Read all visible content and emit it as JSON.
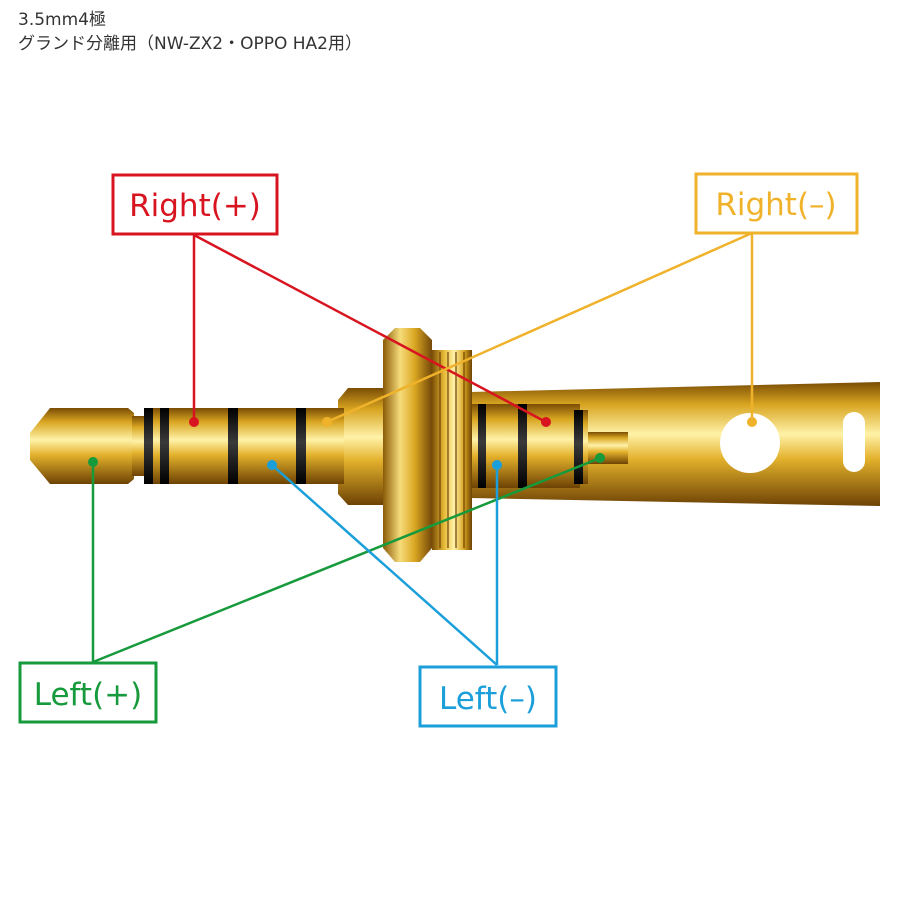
{
  "header": {
    "line1": "3.5mm4極",
    "line2": "グランド分離用（NW-ZX2・OPPO HA2用）"
  },
  "labels": {
    "right_plus": "Right(+)",
    "right_minus": "Right(–)",
    "left_plus": "Left(+)",
    "left_minus": "Left(–)"
  },
  "colors": {
    "right_plus": "#d7141f",
    "right_minus": "#f0b22b",
    "left_plus": "#179a3c",
    "left_minus": "#1a9fda",
    "gold_light": "#fbe58a",
    "gold_mid": "#d8a520",
    "gold_dark": "#7a4d05",
    "insulator": "#1a1a1a"
  }
}
